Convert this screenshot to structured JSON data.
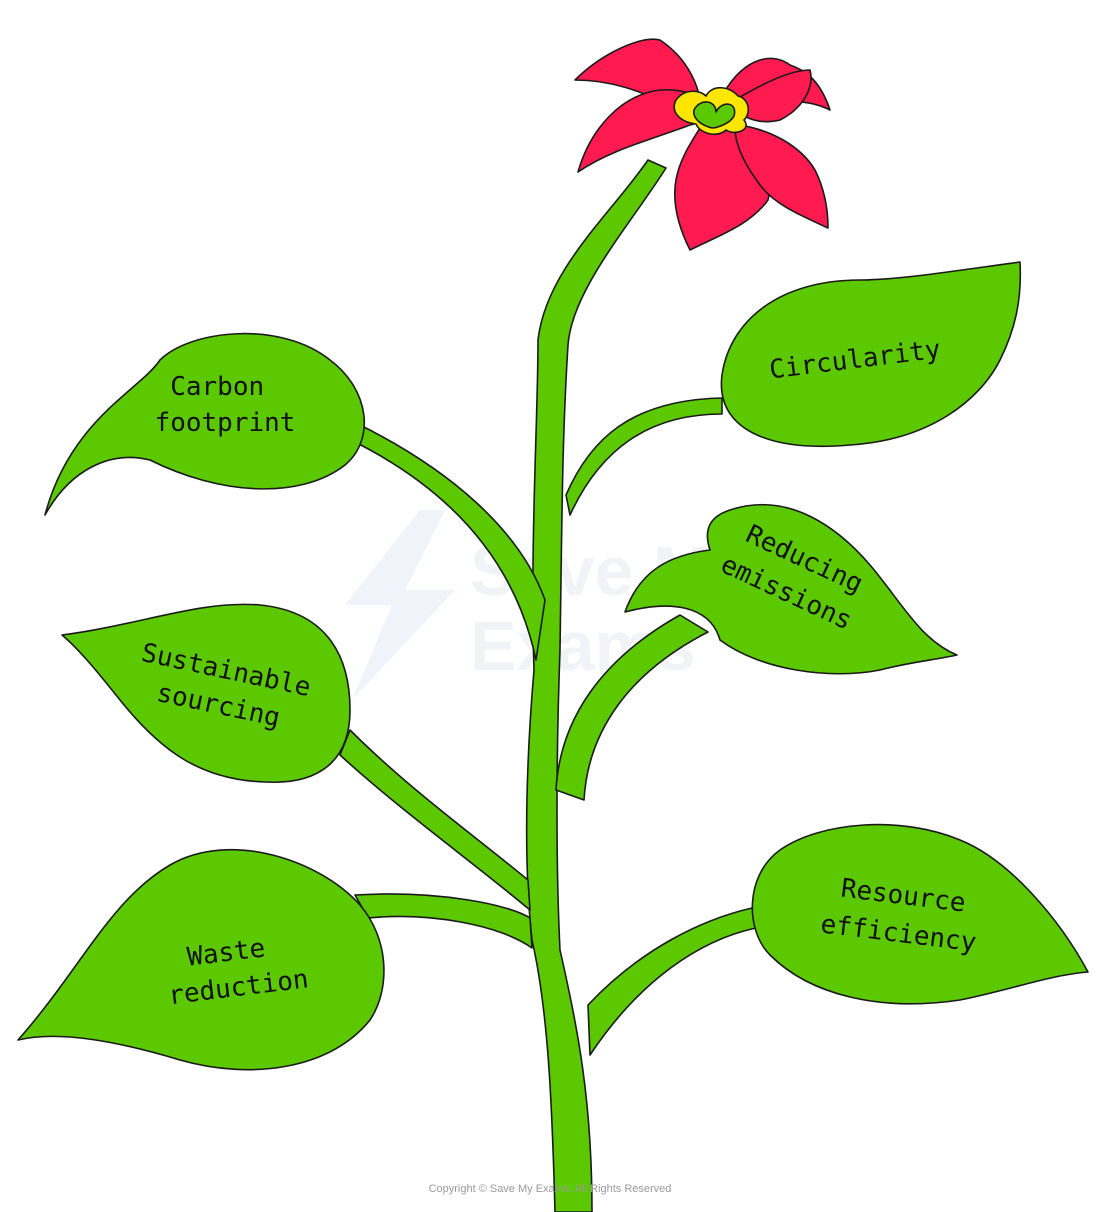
{
  "diagram": {
    "leaves": {
      "carbon_footprint": [
        "Carbon",
        "footprint"
      ],
      "circularity": [
        "Circularity"
      ],
      "reducing_emissions": [
        "Reducing",
        "emissions"
      ],
      "sustainable_sourcing": [
        "Sustainable",
        "sourcing"
      ],
      "waste_reduction": [
        "Waste",
        "reduction"
      ],
      "resource_efficiency": [
        "Resource",
        "efficiency"
      ]
    },
    "watermark": [
      "Save My",
      "Exams"
    ],
    "copyright": "Copyright © Save My Exams. All Rights Reserved"
  },
  "colors": {
    "stem": "#5bc800",
    "leaf": "#5bc800",
    "outline": "#1a1a1a",
    "petal": "#ff1a4f",
    "stamen": "#ffe600",
    "center": "#5bc800"
  },
  "icons": {
    "watermark": "lightning-bolt-icon"
  }
}
